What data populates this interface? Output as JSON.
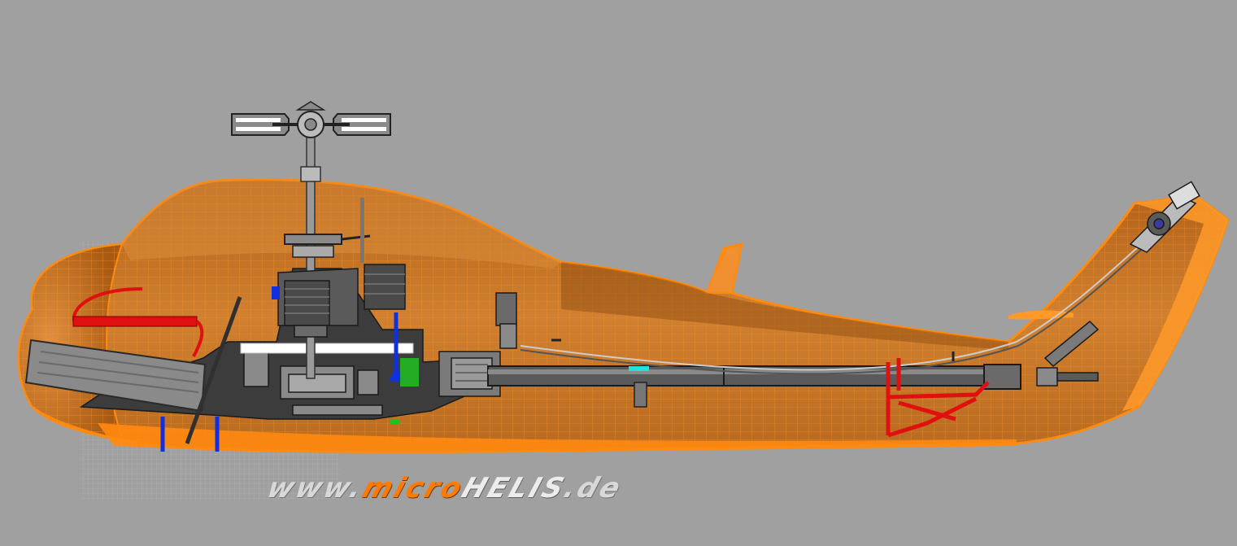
{
  "watermark": {
    "part1": "www.",
    "part2": "micro",
    "part3": "HELIS",
    "part4": ".de"
  },
  "colors": {
    "background": "#a0a0a0",
    "fuselage_fill": "#c8721c",
    "fuselage_wire": "#ff8a10",
    "frame": "#3c3c3c",
    "part_red": "#e01010",
    "part_blue": "#1030e0",
    "part_cyan": "#20e0e0",
    "part_green": "#20c020",
    "part_white": "#ffffff"
  },
  "icons": [
    "rotor-head-icon",
    "tail-rotor-icon",
    "battery-icon"
  ]
}
